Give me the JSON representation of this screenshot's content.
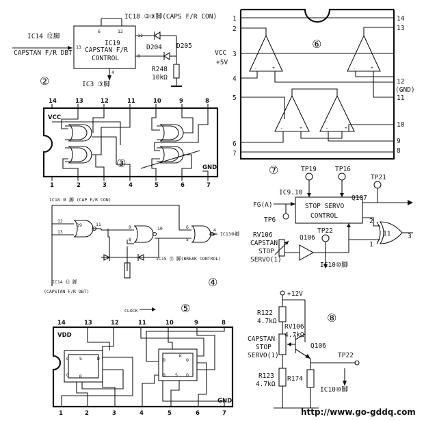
{
  "panel1": {
    "ic18_label": "IC18 ③⑨脚(CAPS F/R CON)",
    "ic14_label": "IC14 ⑫脚",
    "capstan_label": "CAPSTAN F/R DBT",
    "ic19": "IC19",
    "ic19_name_1": "CAPSTAN F/R",
    "ic19_name_2": "CONTROL",
    "d204": "D204",
    "d205": "D205",
    "r248": "R248",
    "r248_val": "10kΩ",
    "ic3_label": "IC3 ③脚",
    "pins": {
      "p6": "6",
      "p12": "12",
      "p11": "11",
      "p13": "13",
      "p8": "8",
      "p4": "4"
    }
  },
  "panel2_number": "②",
  "panel2": {
    "top_pins": [
      "14",
      "13",
      "12",
      "11",
      "10",
      "9",
      "8"
    ],
    "bottom_pins": [
      "1",
      "2",
      "3",
      "4",
      "5",
      "6",
      "7"
    ],
    "vcc": "VCC",
    "gnd": "GND"
  },
  "panel3_number": "③",
  "panel4": {
    "ic18_label": "IC18 ⑨ 脚 (CAP F/R CON)",
    "ic13_label": "IC13⑧脚",
    "ic15_label": "IC15 ⑪ 脚(BREAK CONTROL)",
    "ic14_label": "IC14 ⑫ 脚",
    "capstan_label": "(CAPSTAN F/R DBT)",
    "pins": {
      "p12": "12",
      "p13": "13",
      "p19": "19",
      "p11": "11",
      "p9": "9",
      "p8": "8",
      "p10": "10",
      "p6": "6",
      "p5": "5",
      "p4": "4"
    }
  },
  "panel4_number": "④",
  "panel5": {
    "clock": "CLOCK",
    "top_pins": [
      "14",
      "13",
      "12",
      "11",
      "10",
      "9",
      "8"
    ],
    "bottom_pins": [
      "1",
      "2",
      "3",
      "4",
      "5",
      "6",
      "7"
    ],
    "vdd": "VDD",
    "gnd": "GND",
    "ff_labels": {
      "q": "Q",
      "s": "S",
      "d": "D",
      "r": "R",
      "k": "K"
    }
  },
  "panel5_number": "⑤",
  "panel6": {
    "left_pins": [
      "1",
      "2",
      "3",
      "4",
      "5",
      "6",
      "7"
    ],
    "right_pins": [
      "14",
      "13",
      "12",
      "11",
      "10",
      "9",
      "8"
    ],
    "vcc": "VCC",
    "v5": "+5V",
    "gnd": "(GND)",
    "minus": "-",
    "plus": "+"
  },
  "panel6_number": "⑥",
  "panel7": {
    "tp19": "TP19",
    "tp16": "TP16",
    "tp21": "TP21",
    "ic9": "IC9.10",
    "q107": "Q107",
    "fg": "FG(A)",
    "tp6": "TP6",
    "box_1": "STOP SERVO",
    "box_2": "CONTROL",
    "tp22": "TP22",
    "rv106": "RV106",
    "capstan": "CAPSTAN",
    "stop": "STOP",
    "servo": "SERVO(1)",
    "q106": "Q106",
    "ic10": "IC10⑩脚",
    "gate": "11",
    "pin1": "1",
    "pin2": "2",
    "pin3": "3"
  },
  "panel7_number": "⑦",
  "panel8": {
    "v12": "+12V",
    "r122": "R122",
    "r122_val": "4.7kΩ",
    "rv106": "RV106",
    "rv106_val": "4.7kΩ",
    "capstan": "CAPSTAN",
    "stop": "STOP",
    "servo": "SERVO(1)",
    "q106": "Q106",
    "tp22": "TP22",
    "r123": "R123",
    "r123_val": "4.7kΩ",
    "r174": "R174",
    "ic10": "IC10⑩脚"
  },
  "panel8_number": "⑧",
  "watermark": "http://www.go-gddq.com"
}
